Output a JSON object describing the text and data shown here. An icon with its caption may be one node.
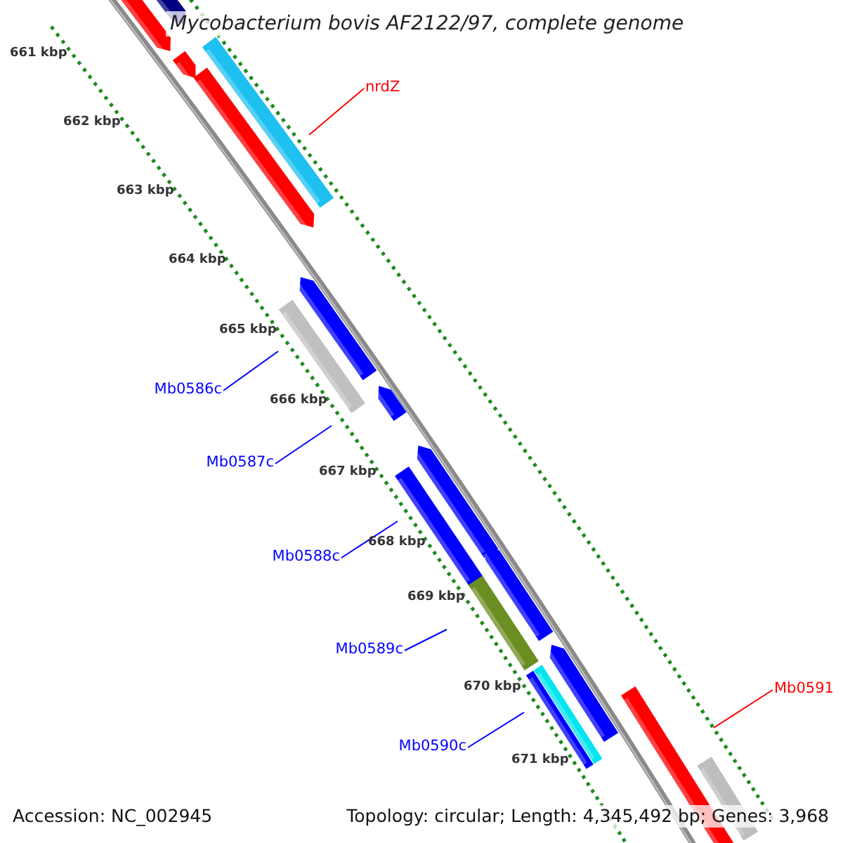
{
  "diagram": {
    "title": "Mycobacterium bovis AF2122/97, complete genome",
    "nodes": [
      {
        "text": [
          "nrdZ"
        ]
      },
      {
        "text": [
          "Mb0586c"
        ]
      },
      {
        "text": [
          "Mb0587c"
        ]
      },
      {
        "text": [
          "Mb0588c"
        ]
      },
      {
        "text": [
          "Mb0589c"
        ]
      },
      {
        "text": [
          "Mb0590c"
        ]
      },
      {
        "text": [
          "Mb0591"
        ]
      }
    ],
    "edges": [
      {
        "from": 0,
        "to": null,
        "arrow": "none",
        "color": "#ff0000"
      },
      {
        "from": 1,
        "to": null,
        "arrow": "none"
      },
      {
        "from": 2,
        "to": null,
        "arrow": "none"
      },
      {
        "from": 3,
        "to": null,
        "arrow": "none"
      },
      {
        "from": 4,
        "to": null,
        "arrow": "none"
      },
      {
        "from": 5,
        "to": null,
        "arrow": "none"
      },
      {
        "from": 6,
        "to": null,
        "arrow": "none",
        "color": "#ff0000"
      }
    ],
    "labels": [
      "661 kbp",
      "662 kbp",
      "663 kbp",
      "664 kbp",
      "665 kbp",
      "666 kbp",
      "667 kbp",
      "668 kbp",
      "669 kbp",
      "670 kbp",
      "671 kbp",
      "Accession: NC_002945",
      "Topology: circular; Length: 4,345,492 bp; Genes: 3,968"
    ]
  }
}
